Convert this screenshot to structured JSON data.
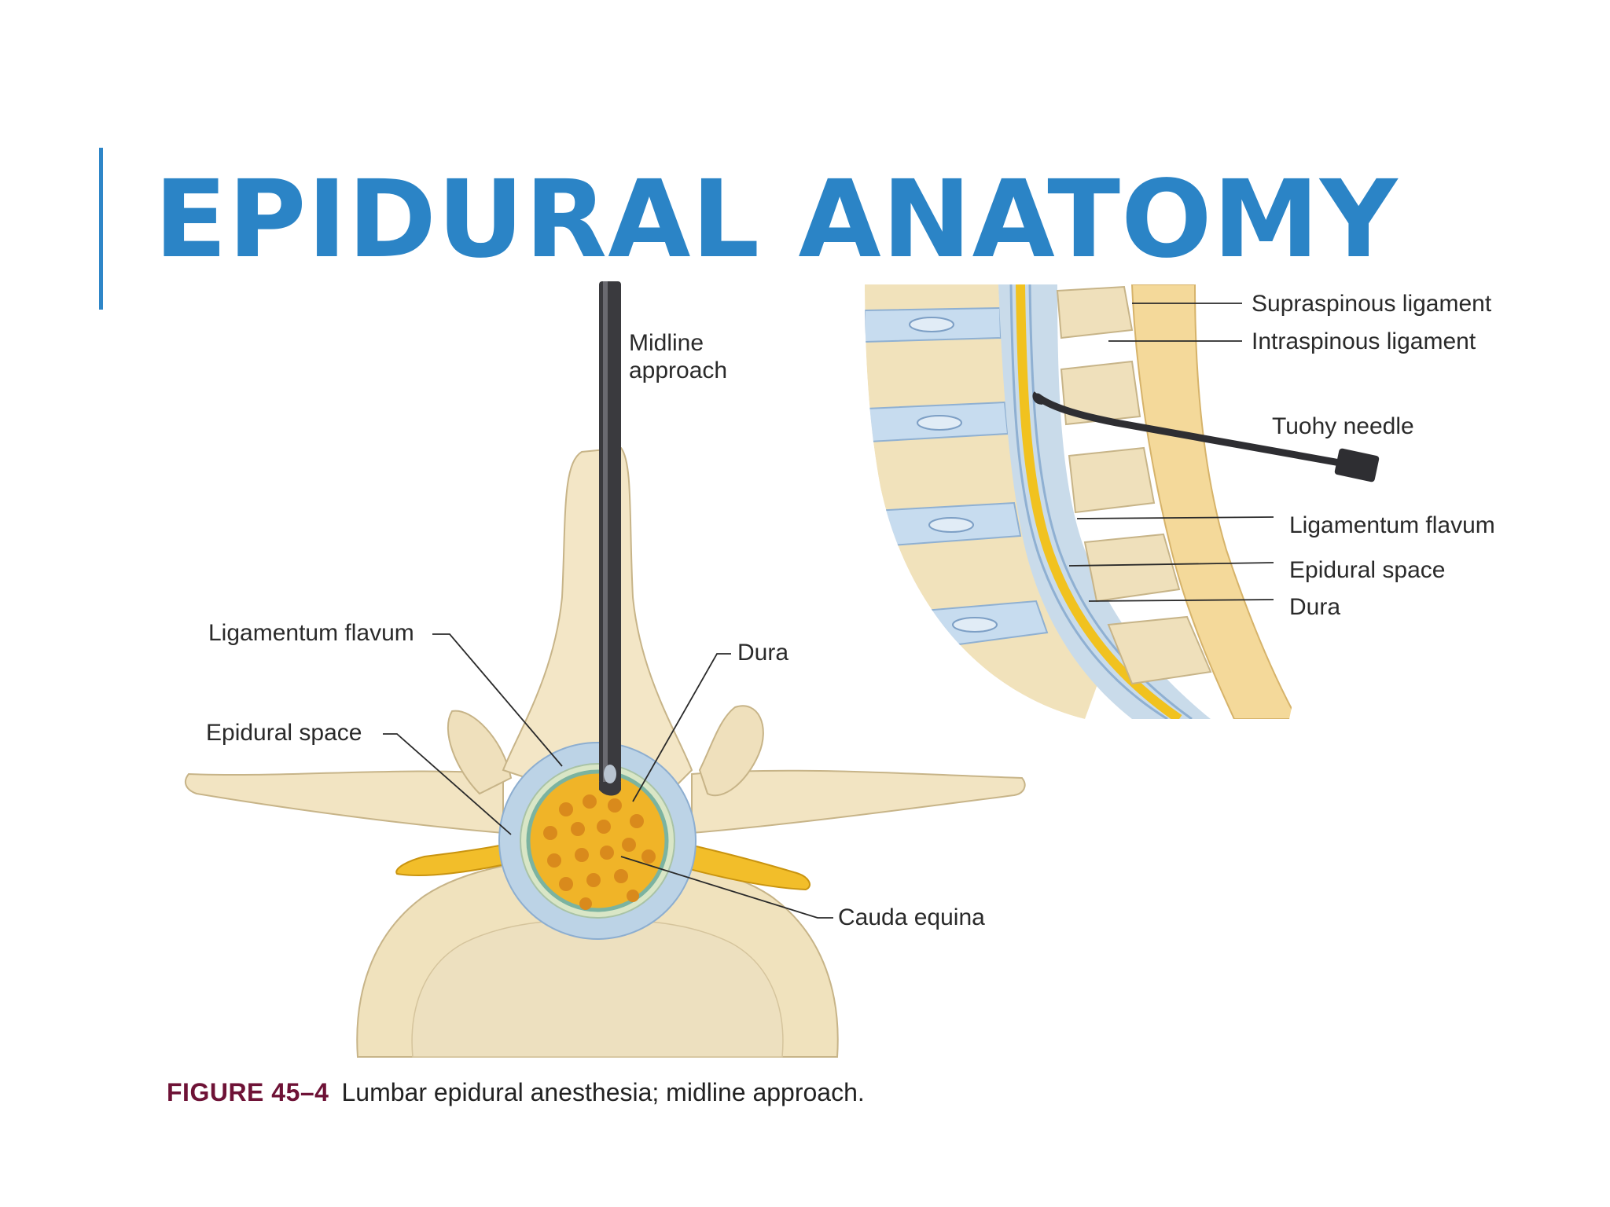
{
  "slide": {
    "title": "EPIDURAL ANATOMY",
    "accent_color": "#2b84c6"
  },
  "left_diagram": {
    "labels": {
      "midline_line1": "Midline",
      "midline_line2": "approach",
      "ligamentum_flavum": "Ligamentum flavum",
      "epidural_space": "Epidural space",
      "dura": "Dura",
      "cauda_equina": "Cauda equina"
    }
  },
  "right_diagram": {
    "labels": {
      "supraspinous_ligament": "Supraspinous ligament",
      "intraspinous_ligament": "Intraspinous ligament",
      "tuohy_needle": "Tuohy needle",
      "ligamentum_flavum": "Ligamentum flavum",
      "epidural_space": "Epidural space",
      "dura": "Dura"
    }
  },
  "caption": {
    "figure_number": "FIGURE 45–4",
    "text": "Lumbar epidural anesthesia; midline approach."
  }
}
